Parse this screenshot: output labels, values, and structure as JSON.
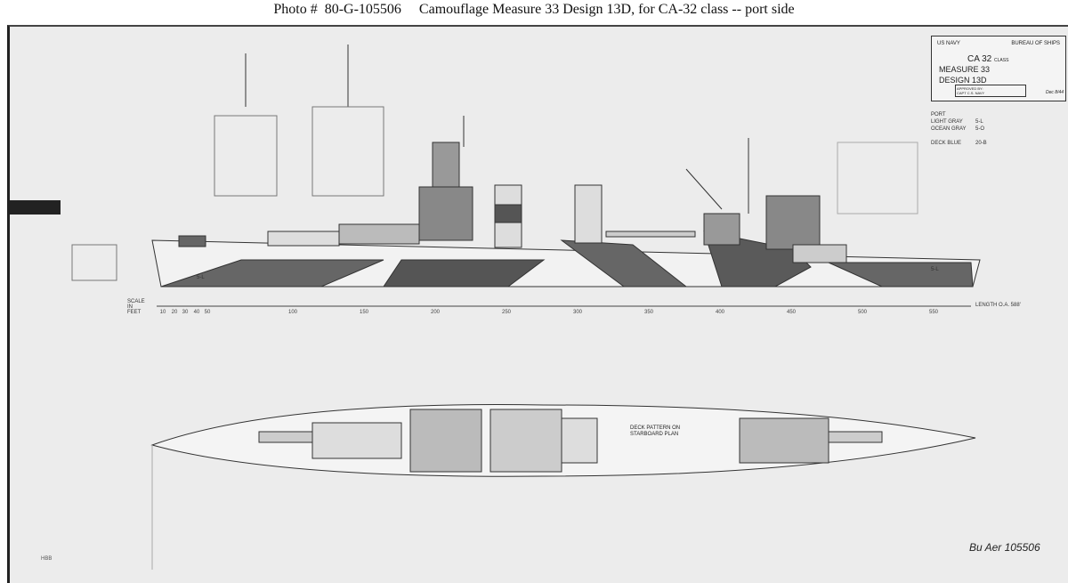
{
  "caption": "Photo #  80-G-105506     Camouflage Measure 33 Design 13D, for CA-32 class -- port side",
  "title_block": {
    "org_left": "US NAVY",
    "org_right": "BUREAU OF SHIPS",
    "ship_class": "CA 32",
    "class_word": "CLASS",
    "measure": "MEASURE 33",
    "design": "DESIGN  13D",
    "approved": "APPROVED BY:",
    "approver": "CAPT C.S. NAVY",
    "date": "Dec 8/44"
  },
  "colors": {
    "side": "PORT",
    "items": [
      {
        "name": "LIGHT GRAY",
        "code": "5-L"
      },
      {
        "name": "OCEAN GRAY",
        "code": "5-O"
      },
      {
        "name": "DECK BLUE",
        "code": "20-B"
      }
    ]
  },
  "scale": {
    "label": "SCALE IN FEET",
    "ticks": [
      "10",
      "20",
      "30",
      "40",
      "50",
      "100",
      "150",
      "200",
      "250",
      "300",
      "350",
      "400",
      "450",
      "500",
      "550"
    ],
    "length_label": "LENGTH O.A. 588'"
  },
  "deck_note": [
    "DECK PATTERN ON",
    "STARBOARD PLAN"
  ],
  "paint_label": "5-L",
  "file_mark": "Bu Aer 105506",
  "initials": "HBB"
}
